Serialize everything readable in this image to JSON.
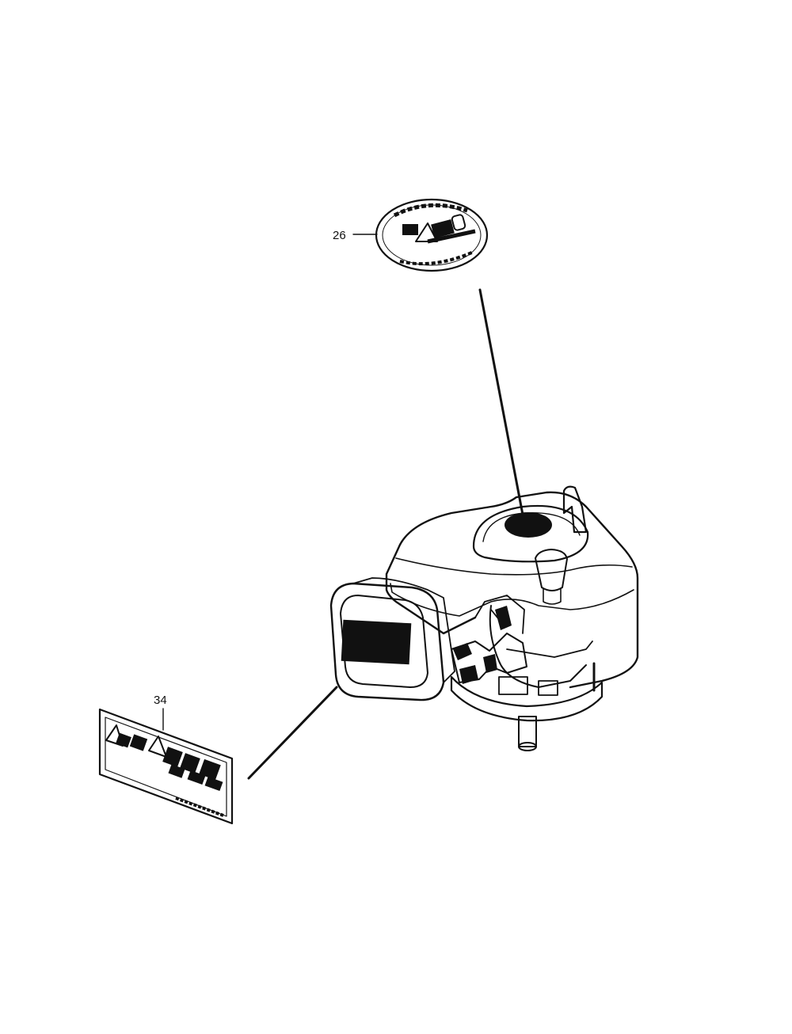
{
  "callouts": [
    {
      "id": "26",
      "label": "26"
    },
    {
      "id": "34",
      "label": "34"
    }
  ],
  "colors": {
    "ink": "#111111",
    "paper": "#ffffff"
  },
  "icons": {
    "top_decal": "circular-engine-top-decal-icon",
    "side_label": "rectangular-warning-label-icon",
    "engine": "vertical-shaft-engine-icon"
  }
}
